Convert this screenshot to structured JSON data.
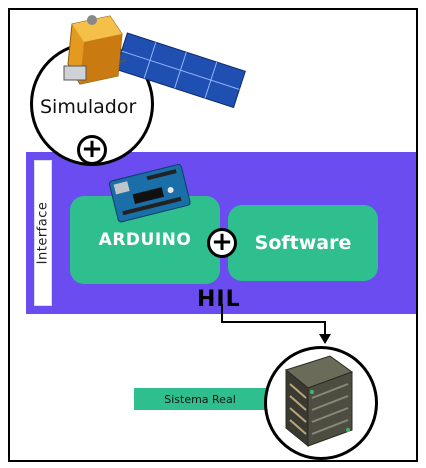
{
  "diagram": {
    "simulator_label": "Simulador",
    "interface_label": "Interface",
    "arduino_label": "ARDUINO",
    "software_label": "Software",
    "hil_label": "HIL",
    "real_system_label": "Sistema Real",
    "plus_symbol": "+"
  },
  "colors": {
    "interface_band": "#6a4cf0",
    "component_box": "#2fbf8f"
  },
  "icons": [
    "satellite-icon",
    "arduino-board-icon",
    "cubesat-icon",
    "plus-icon"
  ]
}
